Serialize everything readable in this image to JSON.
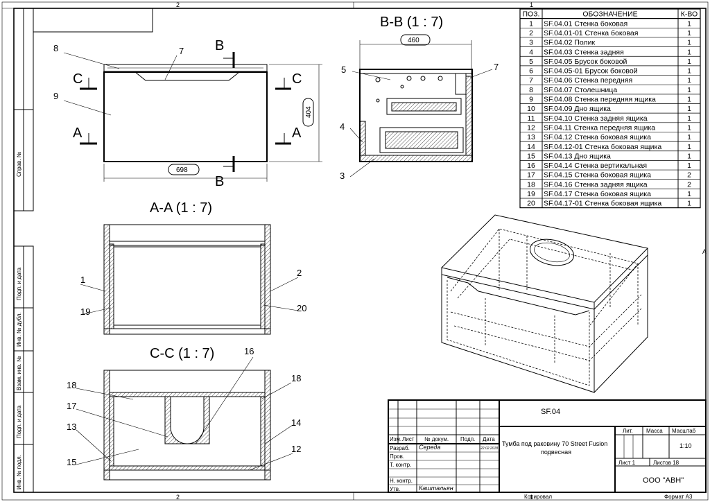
{
  "border": {
    "top_zone_left": "2",
    "top_zone_right": "1",
    "bottom_zone_left": "2",
    "bottom_zone_right": "1",
    "right_zone": "A"
  },
  "side_labels": [
    "Справ. №",
    "Подп. и дата",
    "Инв. № дубл.",
    "Взам. инв. №",
    "Подп. и дата",
    "Инв. № подл."
  ],
  "views": {
    "front": {
      "dim_width": "698",
      "dim_height": "404",
      "section_b_top": "B",
      "section_b_bottom": "B",
      "section_c_left": "C",
      "section_c_right": "C",
      "section_a_left": "A",
      "section_a_right": "A",
      "callouts": [
        "8",
        "7",
        "9"
      ]
    },
    "bb": {
      "title": "B-B (1 : 7)",
      "dim_width": "460",
      "callouts": [
        "5",
        "7",
        "4",
        "3"
      ]
    },
    "aa": {
      "title": "A-A (1 : 7)",
      "callouts": [
        "1",
        "2",
        "19",
        "20"
      ]
    },
    "cc": {
      "title": "C-C (1 : 7)",
      "callouts": [
        "16",
        "18",
        "18",
        "17",
        "13",
        "14",
        "12",
        "15"
      ]
    }
  },
  "parts_table": {
    "headers": [
      "ПОЗ.",
      "ОБОЗНАЧЕНИЕ",
      "К-ВО"
    ],
    "rows": [
      [
        "1",
        "SF.04.01 Стенка боковая",
        "1"
      ],
      [
        "2",
        "SF.04.01-01 Стенка боковая",
        "1"
      ],
      [
        "3",
        "SF.04.02 Полик",
        "1"
      ],
      [
        "4",
        "SF.04.03 Стенка задняя",
        "1"
      ],
      [
        "5",
        "SF.04.05 Брусок боковой",
        "1"
      ],
      [
        "6",
        "SF.04.05-01 Брусок боковой",
        "1"
      ],
      [
        "7",
        "SF.04.06 Стенка передняя",
        "1"
      ],
      [
        "8",
        "SF.04.07 Столешница",
        "1"
      ],
      [
        "9",
        "SF.04.08 Стенка передняя ящика",
        "1"
      ],
      [
        "10",
        "SF.04.09 Дно ящика",
        "1"
      ],
      [
        "11",
        "SF.04.10 Стенка задняя ящика",
        "1"
      ],
      [
        "12",
        "SF.04.11 Стенка передняя ящика",
        "1"
      ],
      [
        "13",
        "SF.04.12 Стенка боковая ящика",
        "1"
      ],
      [
        "14",
        "SF.04.12-01 Стенка боковая ящика",
        "1"
      ],
      [
        "15",
        "SF.04.13 Дно ящика",
        "1"
      ],
      [
        "16",
        "SF.04.14 Стенка вертикальная",
        "1"
      ],
      [
        "17",
        "SF.04.15 Стенка боковая ящика",
        "2"
      ],
      [
        "18",
        "SF.04.16 Стенка задняя ящика",
        "2"
      ],
      [
        "19",
        "SF.04.17 Стенка боковая ящика",
        "1"
      ],
      [
        "20",
        "SF.04.17-01 Стенка боковая ящика",
        "1"
      ]
    ]
  },
  "title_block": {
    "designation": "SF.04",
    "name_line1": "Тумба под раковину 70 Street Fusion",
    "name_line2": "подвесная",
    "col_izm": "Изм.",
    "col_list": "Лист",
    "col_doc": "№ докум.",
    "col_sign": "Подп.",
    "col_date": "Дата",
    "role_razrab": "Разраб.",
    "role_prov": "Пров.",
    "role_tkontr": "Т. контр.",
    "role_nkontr": "Н. контр.",
    "role_utv": "Утв.",
    "razrab_name": "Середа",
    "razrab_date": "22.02.2018",
    "utv_name": "Каштальян",
    "lit_label": "Лит.",
    "mass_label": "Масса",
    "scale_label": "Масштаб",
    "scale_value": "1:10",
    "sheet": "Лист 1",
    "sheets": "Листов 18",
    "company": "ООО \"АВН\"",
    "copied": "Копировал",
    "format": "Формат А3"
  }
}
